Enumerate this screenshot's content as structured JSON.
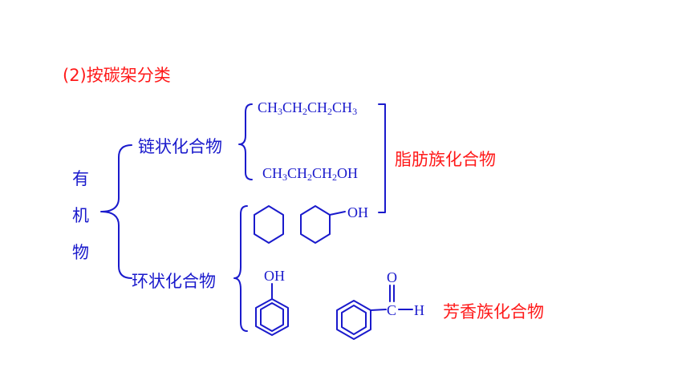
{
  "title": "(2)按碳架分类",
  "root": {
    "chars": [
      "有",
      "机",
      "物"
    ]
  },
  "branches": {
    "chain": {
      "label": "链状化合物"
    },
    "ring": {
      "label": "环状化合物"
    }
  },
  "formulas": {
    "butane": {
      "parts": [
        "CH",
        "3",
        "CH",
        "2",
        "CH",
        "2",
        "CH",
        "3"
      ]
    },
    "propanol": {
      "parts": [
        "CH",
        "3",
        "CH",
        "2",
        "CH",
        "2",
        "OH"
      ]
    }
  },
  "labels": {
    "oh": "OH",
    "o": "O",
    "c": "C",
    "h": "H"
  },
  "families": {
    "aliphatic": "脂肪族化合物",
    "aromatic": "芳香族化合物"
  },
  "colors": {
    "title": "#ff1a1a",
    "structure": "#1a1acc",
    "family": "#ff1a1a"
  }
}
